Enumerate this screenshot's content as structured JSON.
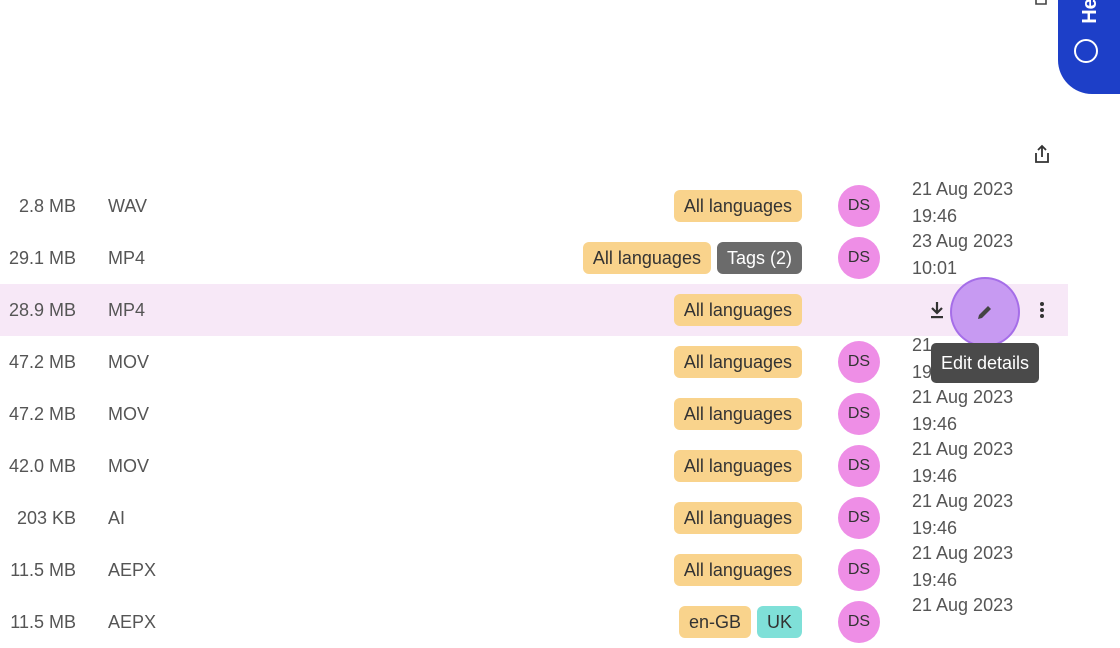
{
  "help_tab": {
    "label": "He"
  },
  "rows": [
    {
      "size": "2.8 MB",
      "type": "WAV",
      "tags": [
        "All languages"
      ],
      "avatar": "DS",
      "date": "21 Aug 2023",
      "time": "19:46"
    },
    {
      "size": "29.1 MB",
      "type": "MP4",
      "tags": [
        "All languages",
        "Tags (2)"
      ],
      "avatar": "DS",
      "date": "23 Aug 2023",
      "time": "10:01"
    },
    {
      "size": "28.9 MB",
      "type": "MP4",
      "tags": [
        "All languages"
      ]
    },
    {
      "size": "47.2 MB",
      "type": "MOV",
      "tags": [
        "All languages"
      ],
      "avatar": "DS",
      "date": "21",
      "time": "19"
    },
    {
      "size": "47.2 MB",
      "type": "MOV",
      "tags": [
        "All languages"
      ],
      "avatar": "DS",
      "date": "21 Aug 2023",
      "time": "19:46"
    },
    {
      "size": "42.0 MB",
      "type": "MOV",
      "tags": [
        "All languages"
      ],
      "avatar": "DS",
      "date": "21 Aug 2023",
      "time": "19:46"
    },
    {
      "size": "203 KB",
      "type": "AI",
      "tags": [
        "All languages"
      ],
      "avatar": "DS",
      "date": "21 Aug 2023",
      "time": "19:46"
    },
    {
      "size": "11.5 MB",
      "type": "AEPX",
      "tags": [
        "All languages"
      ],
      "avatar": "DS",
      "date": "21 Aug 2023",
      "time": "19:46"
    },
    {
      "size": "11.5 MB",
      "type": "AEPX",
      "tags": [
        "en-GB",
        "UK"
      ],
      "avatar": "DS",
      "date": "21 Aug 2023",
      "time": ""
    }
  ],
  "tooltip": "Edit details",
  "icons": {
    "share": "share-icon",
    "download": "download-icon",
    "edit": "pencil-icon",
    "more": "more-vertical-icon",
    "help": "help-circle-icon"
  },
  "colors": {
    "help_blue": "#1d3fc8",
    "tag_lang": "#f9d38c",
    "tag_extra": "#6b6b6b",
    "tag_region": "#7fe0d8",
    "avatar": "#ee8ee6",
    "row_hover": "#f7e8f7",
    "edit_highlight": "#c79af2"
  }
}
